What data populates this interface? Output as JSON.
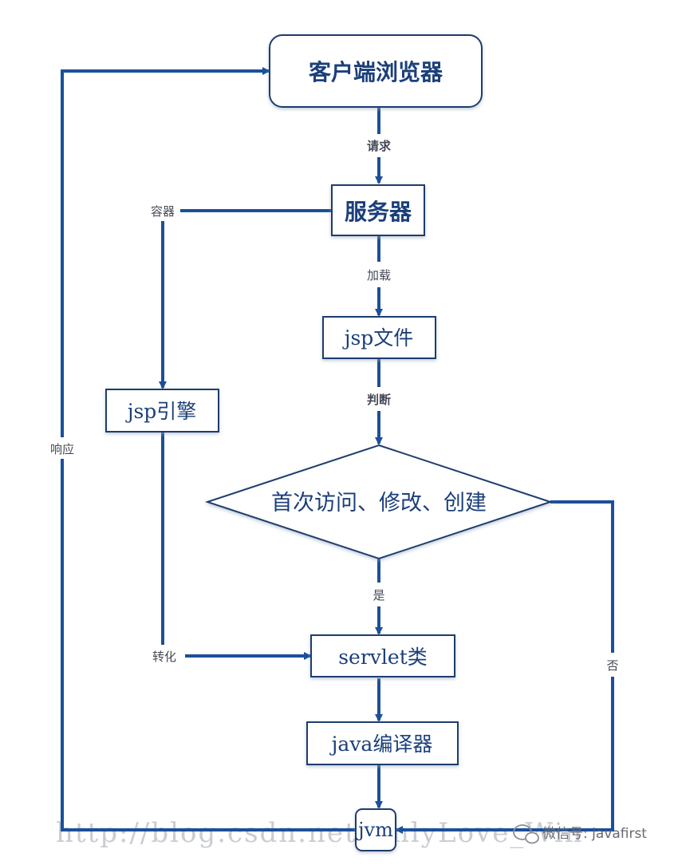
{
  "nodes": {
    "browser": "客户端浏览器",
    "server": "服务器",
    "jsp_file": "jsp文件",
    "jsp_engine": "jsp引擎",
    "decision": "首次访问、修改、创建",
    "servlet": "servlet类",
    "compiler": "java编译器",
    "jvm": "jvm"
  },
  "edges": {
    "request": "请求",
    "container": "容器",
    "load": "加载",
    "judge": "判断",
    "yes": "是",
    "no": "否",
    "convert": "转化",
    "response": "响应"
  },
  "watermark": {
    "url": "http://blog.csdn.net/OnlyLove_Win",
    "wechat": "微信号: javafirst"
  },
  "colors": {
    "line": "#1b4f9a",
    "box_border": "#1f3e6e",
    "text": "#1b3f7a"
  }
}
